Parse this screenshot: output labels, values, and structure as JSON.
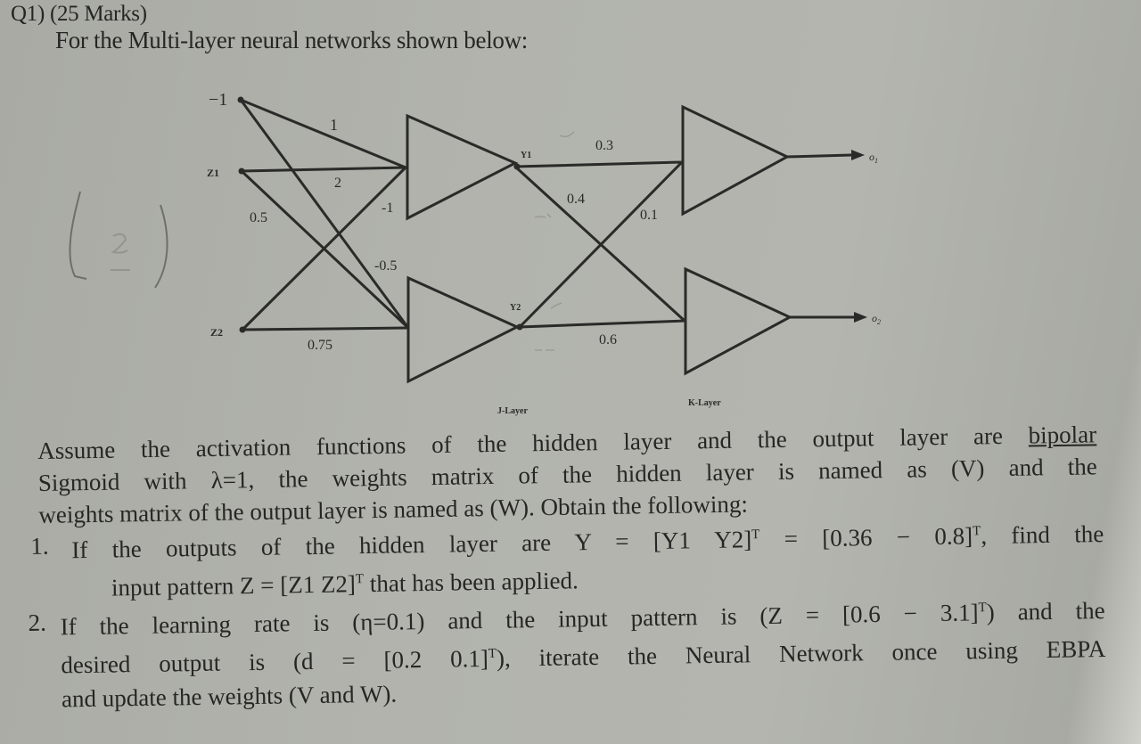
{
  "question": {
    "number": "Q1)",
    "marks": "(25 Marks)",
    "intro": "For the Multi-layer neural networks shown below:"
  },
  "diagram": {
    "inputs": [
      {
        "label": "−1",
        "role": "bias"
      },
      {
        "label": "Z1",
        "role": "input"
      },
      {
        "label": "Z2",
        "role": "input"
      }
    ],
    "hidden_layer_label": "J-Layer",
    "output_layer_label": "K-Layer",
    "hidden_nodes": [
      "Y1",
      "Y2"
    ],
    "outputs": [
      "o1",
      "o2"
    ],
    "hidden_weights": {
      "bias_to_y1": "1",
      "z1_to_y1": "2",
      "z2_to_y1": "-1",
      "z1_to_y2": "0.5",
      "bias_to_y2": "-0.5",
      "z2_to_y2": "0.75"
    },
    "output_weights": {
      "y1_to_o1": "0.3",
      "y1_to_o2": "0.4",
      "y2_to_o1": "0.1",
      "y2_to_o2": "0.6"
    },
    "output_subscripts": {
      "o1": "1",
      "o2": "2"
    }
  },
  "paragraph": {
    "line1_a": "Assume the activation functions of the hidden layer and the output layer are ",
    "line1_u": "bipolar",
    "line2": "Sigmoid with λ=1, the weights matrix of the hidden layer is named as (V) and the",
    "line3": "weights matrix of the output layer is named as (W). Obtain the following:"
  },
  "tasks": [
    {
      "num": "1.",
      "line1_a": "If the outputs of the hidden layer are Y = [Y1  Y2]",
      "line1_sup1": "T",
      "line1_b": " = [0.36   − 0.8]",
      "line1_sup2": "T",
      "line1_c": ", find the",
      "line2_a": "input pattern Z = [Z1  Z2]",
      "line2_sup": "T",
      "line2_b": " that has been applied."
    },
    {
      "num": "2.",
      "line1_a": "If the learning rate is (η=0.1) and the input pattern is (Z = [0.6 − 3.1]",
      "line1_sup": "T",
      "line1_b": ") and the",
      "line2_a": "desired output is (d = [0.2  0.1]",
      "line2_sup": "T",
      "line2_b": "), iterate the Neural Network once using EBPA",
      "line3": "and update the weights (V and W)."
    }
  ]
}
